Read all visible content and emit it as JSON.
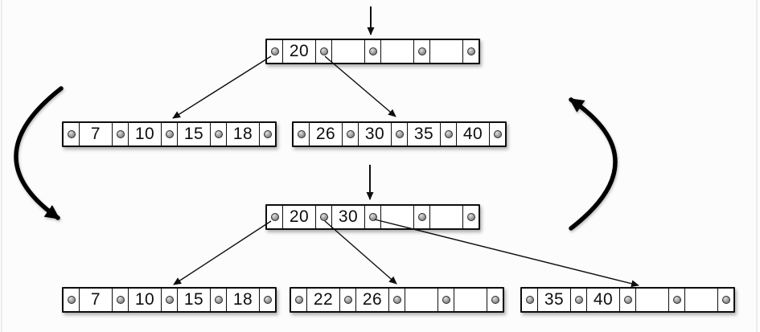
{
  "colors": {
    "ink": "#0e0e0e",
    "node_fill": "#ffffff",
    "background": "#fcfcfc",
    "pointer_dot": "#9a9a9a"
  },
  "trees": {
    "before": {
      "root": {
        "keys": [
          "20",
          "",
          "",
          ""
        ]
      },
      "left_child": {
        "keys": [
          "7",
          "10",
          "15",
          "18"
        ]
      },
      "right_child": {
        "keys": [
          "26",
          "30",
          "35",
          "40"
        ]
      }
    },
    "after": {
      "root": {
        "keys": [
          "20",
          "30",
          "",
          ""
        ]
      },
      "left_child": {
        "keys": [
          "7",
          "10",
          "15",
          "18"
        ]
      },
      "middle_child": {
        "keys": [
          "22",
          "26",
          "",
          ""
        ]
      },
      "right_child": {
        "keys": [
          "35",
          "40",
          "",
          ""
        ]
      }
    }
  },
  "icons": {
    "pointer_dot": "pointer-slot-dot",
    "insert_cursor_top": "down-arrow",
    "insert_cursor_bottom": "down-arrow",
    "cycle_left": "curved-arrow-down",
    "cycle_right": "curved-arrow-up"
  }
}
